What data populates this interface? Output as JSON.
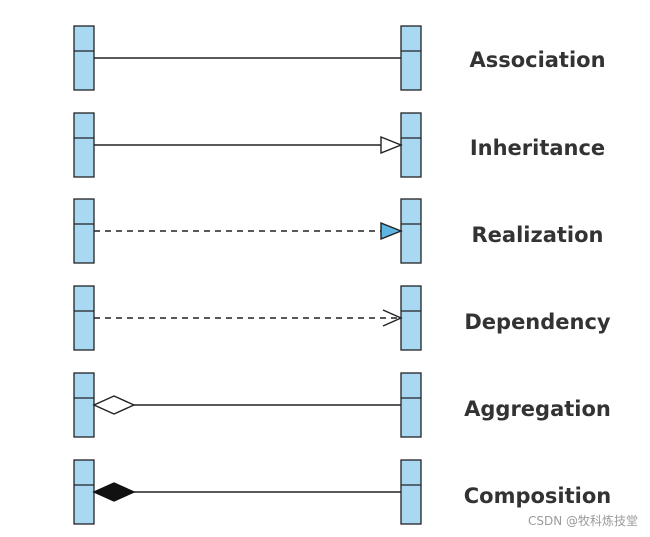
{
  "diagram": {
    "class_fill": "#a9d8f2",
    "stroke": "#222222",
    "relations": [
      {
        "label": "Association",
        "line": "solid",
        "marker": "none"
      },
      {
        "label": "Inheritance",
        "line": "solid",
        "marker": "hollow-triangle"
      },
      {
        "label": "Realization",
        "line": "dashed",
        "marker": "blue-triangle"
      },
      {
        "label": "Dependency",
        "line": "dashed",
        "marker": "open-arrow"
      },
      {
        "label": "Aggregation",
        "line": "solid",
        "marker": "hollow-diamond"
      },
      {
        "label": "Composition",
        "line": "solid",
        "marker": "filled-diamond"
      }
    ]
  },
  "watermark": "CSDN @牧科炼技堂"
}
